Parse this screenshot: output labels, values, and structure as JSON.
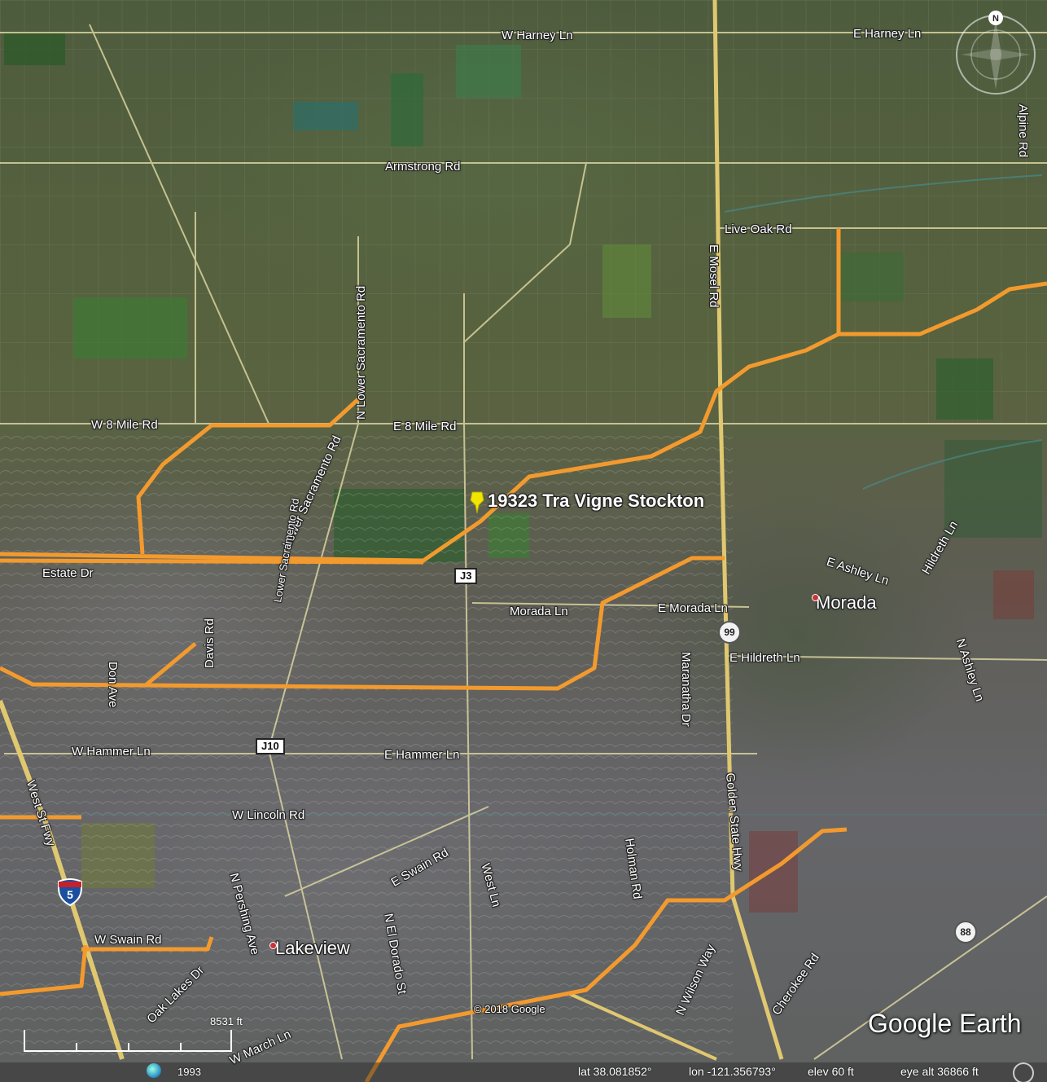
{
  "map": {
    "pin_label": "19323 Tra Vigne Stockton",
    "places": {
      "morada": "Morada",
      "lakeview": "Lakeview"
    },
    "roads": {
      "w_harney": "W Harney Ln",
      "e_harney": "E Harney Ln",
      "alpine": "Alpine Rd",
      "armstrong": "Armstrong Rd",
      "live_oak": "Live Oak Rd",
      "e_mosel": "E Mosel Rd",
      "n_lower_sac": "N Lower Sacramento Rd",
      "lower_sac_diag": "Lower Sacramento Rd",
      "lower_sac_low": "Lower Sacramento Rd",
      "w_8_mile": "W 8 Mile Rd",
      "e_8_mile": "E 8 Mile Rd",
      "estate": "Estate Dr",
      "davis": "Davis Rd",
      "don": "Don Ave",
      "e_ashley": "E Ashley Ln",
      "hildreth_vert": "Hildreth Ln",
      "morada_ln": "Morada Ln",
      "e_morada_ln": "E Morada Ln",
      "e_hildreth": "E Hildreth Ln",
      "maranatha": "Maranatha Dr",
      "n_ashley": "N Ashley Ln",
      "w_hammer": "W Hammer Ln",
      "e_hammer": "E Hammer Ln",
      "w_lincoln": "W Lincoln Rd",
      "e_swain": "E Swain Rd",
      "west_ln": "West Ln",
      "holman": "Holman Rd",
      "golden_state": "Golden State Hwy",
      "west_st": "West St Fwy",
      "n_pershing": "N Pershing Ave",
      "n_el_dorado": "N El Dorado St",
      "w_swain": "W Swain Rd",
      "oak_lakes": "Oak Lakes Dr",
      "w_march": "W March Ln",
      "n_wilson": "N Wilson Way",
      "cherokee": "Cherokee Rd"
    },
    "shields": {
      "j3": "J3",
      "j10": "J10",
      "sr99": "99",
      "sr88": "88",
      "i5": "5"
    },
    "attribution": "© 2018 Google",
    "logo": "Google Earth",
    "compass_label": "N",
    "scale_label": "8531 ft",
    "imagery_year": "1993"
  },
  "status_bar": {
    "lat": "lat  38.081852°",
    "lon": "lon -121.356793°",
    "elev": "elev    60 ft",
    "eye_alt": "eye alt  36866 ft"
  },
  "colors": {
    "boundary": "#f39a2e",
    "road": "#e6e0a0",
    "pin": "#f2e600"
  }
}
